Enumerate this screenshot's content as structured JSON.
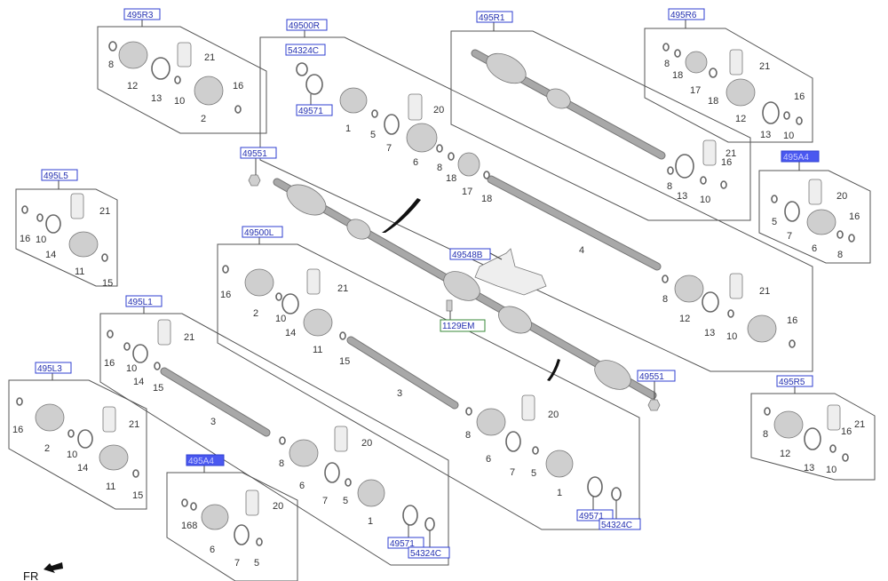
{
  "diagram": {
    "title": "Drive Shaft Assembly - Exploded Parts View",
    "direction_indicator": "FR",
    "reference_labels": [
      {
        "id": "r_495R3",
        "text": "495R3",
        "highlighted": false
      },
      {
        "id": "r_49500R",
        "text": "49500R",
        "highlighted": false
      },
      {
        "id": "r_54324C_top",
        "text": "54324C",
        "highlighted": false
      },
      {
        "id": "r_49571_top",
        "text": "49571",
        "highlighted": false
      },
      {
        "id": "r_495R1",
        "text": "495R1",
        "highlighted": false
      },
      {
        "id": "r_495R6",
        "text": "495R6",
        "highlighted": false
      },
      {
        "id": "r_49551_top",
        "text": "49551",
        "highlighted": false
      },
      {
        "id": "r_495A4_right",
        "text": "495A4",
        "highlighted": true
      },
      {
        "id": "r_495L5",
        "text": "495L5",
        "highlighted": false
      },
      {
        "id": "r_49500L",
        "text": "49500L",
        "highlighted": false
      },
      {
        "id": "r_49548B",
        "text": "49548B",
        "highlighted": false
      },
      {
        "id": "r_1129EM",
        "text": "1129EM",
        "highlighted": false
      },
      {
        "id": "r_495L1",
        "text": "495L1",
        "highlighted": false
      },
      {
        "id": "r_49551_bottom",
        "text": "49551",
        "highlighted": false
      },
      {
        "id": "r_495R5",
        "text": "495R5",
        "highlighted": false
      },
      {
        "id": "r_495L3",
        "text": "495L3",
        "highlighted": false
      },
      {
        "id": "r_495A4_bottom",
        "text": "495A4",
        "highlighted": true
      },
      {
        "id": "r_49571_mid",
        "text": "49571",
        "highlighted": false
      },
      {
        "id": "r_54324C_mid",
        "text": "54324C",
        "highlighted": false
      },
      {
        "id": "r_49571_bottom",
        "text": "49571",
        "highlighted": false
      },
      {
        "id": "r_54324C_bottom",
        "text": "54324C",
        "highlighted": false
      }
    ],
    "groups": {
      "g495R3": {
        "parts": [
          "8",
          "12",
          "13",
          "21",
          "10",
          "2",
          "16"
        ]
      },
      "g49500R": {
        "parts": [
          "1",
          "5",
          "7",
          "20",
          "6",
          "8",
          "18",
          "17",
          "18",
          "4"
        ]
      },
      "g495R1": {
        "parts": []
      },
      "g495R6": {
        "parts": [
          "8",
          "18",
          "17",
          "18",
          "21",
          "12",
          "13",
          "10",
          "16"
        ]
      },
      "g495A4_right": {
        "parts": [
          "5",
          "7",
          "20",
          "6",
          "8",
          "16"
        ]
      },
      "g495L5": {
        "parts": [
          "16",
          "10",
          "14",
          "21",
          "11",
          "15"
        ]
      },
      "g49500L": {
        "parts": [
          "16",
          "2",
          "10",
          "14",
          "21",
          "11",
          "15",
          "3",
          "8",
          "6",
          "7",
          "20",
          "5",
          "1"
        ]
      },
      "g49500R_outer": {
        "parts": [
          "8",
          "12",
          "13",
          "21",
          "10",
          "16"
        ]
      },
      "g495L1": {
        "parts": [
          "16",
          "10",
          "14",
          "21",
          "15",
          "3",
          "8",
          "6",
          "20",
          "7",
          "5",
          "1"
        ]
      },
      "g495R5": {
        "parts": [
          "8",
          "12",
          "13",
          "21",
          "16",
          "10"
        ]
      },
      "g495L3": {
        "parts": [
          "16",
          "2",
          "10",
          "14",
          "21",
          "11",
          "15"
        ]
      },
      "g495A4_bottom": {
        "parts": [
          "168",
          "6",
          "20",
          "7",
          "5"
        ]
      }
    },
    "colors": {
      "label_border": "#2f3fd0",
      "label_text": "#2430b0",
      "label_highlight_fill": "#4a58f0",
      "label_green_border": "#3a8a3a",
      "outline": "#555555",
      "part_fill": "#cfcfcf"
    }
  }
}
